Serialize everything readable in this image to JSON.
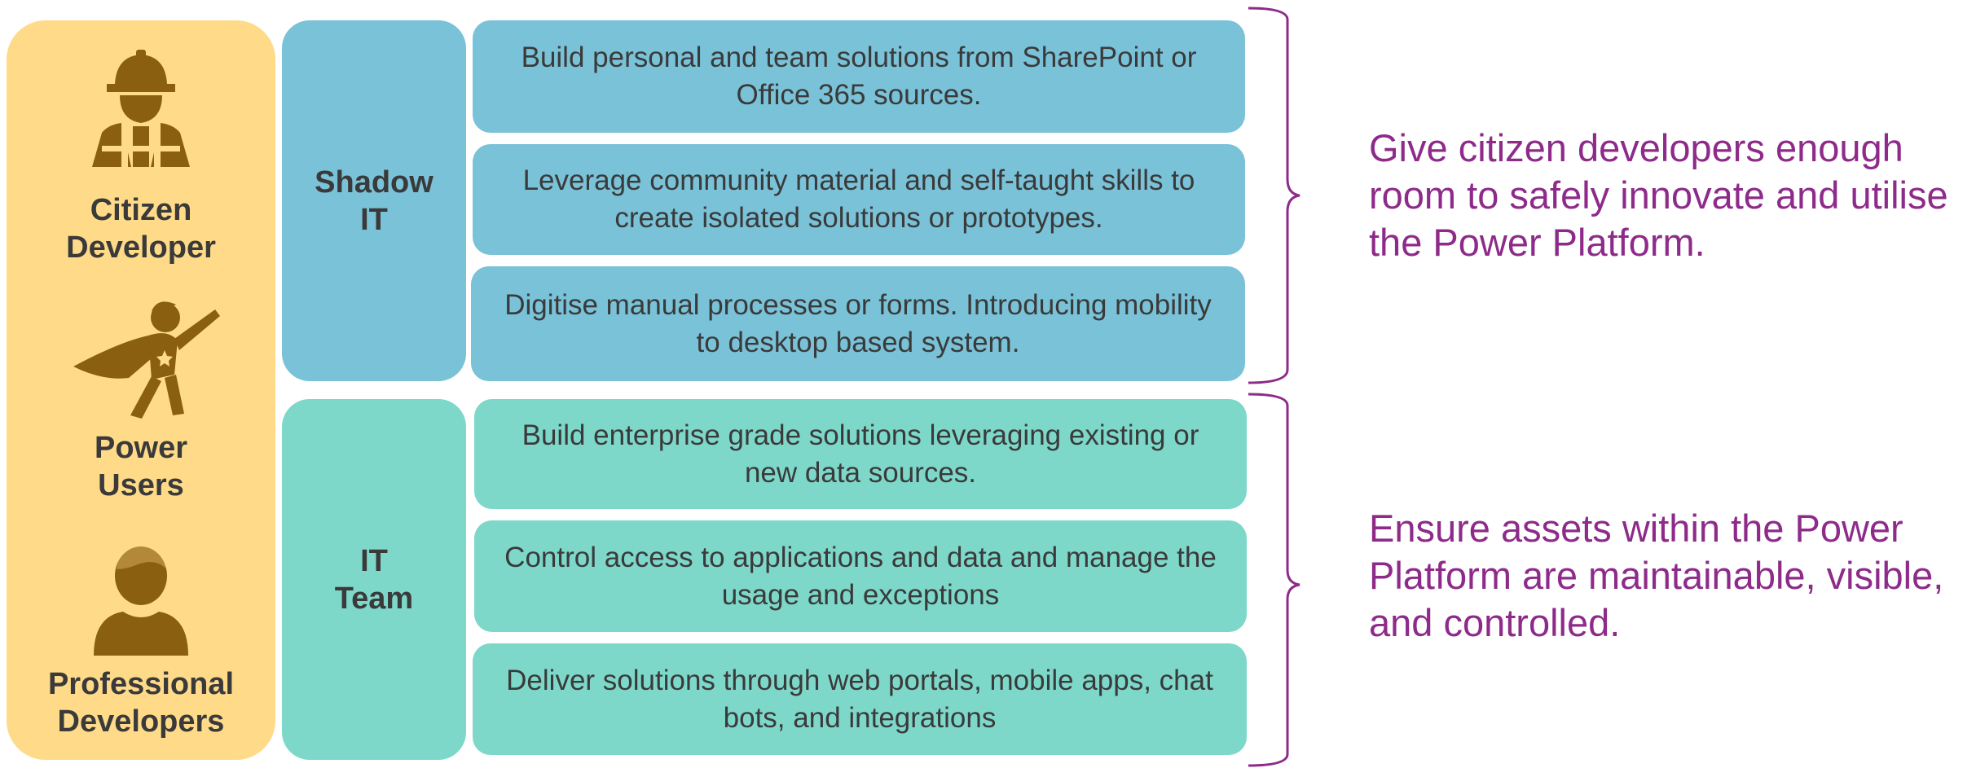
{
  "colors": {
    "persona_panel": "#ffdb89",
    "shadow_it": "#79c2d8",
    "it_team": "#7dd8ca",
    "icon": "#8a5f0f",
    "note_text": "#8e2b8a",
    "brace": "#8e2b8a"
  },
  "personas": [
    {
      "label": "Citizen\nDeveloper",
      "icon": "construction-worker-icon"
    },
    {
      "label": "Power\nUsers",
      "icon": "superhero-icon"
    },
    {
      "label": "Professional\nDevelopers",
      "icon": "person-icon"
    }
  ],
  "groups": [
    {
      "label": "Shadow\nIT",
      "items": [
        "Build personal and team solutions from SharePoint or Office 365 sources.",
        "Leverage community material and self-taught skills to create isolated solutions or prototypes.",
        "Digitise manual processes or forms. Introducing mobility to desktop based system."
      ],
      "note": "Give citizen developers enough room to safely innovate and utilise the Power Platform."
    },
    {
      "label": "IT\nTeam",
      "items": [
        "Build enterprise grade solutions leveraging existing or new data sources.",
        "Control access to applications and data and manage the usage and exceptions",
        "Deliver solutions through web portals, mobile apps, chat bots, and integrations"
      ],
      "note": "Ensure assets within the Power Platform are maintainable, visible, and controlled."
    }
  ]
}
